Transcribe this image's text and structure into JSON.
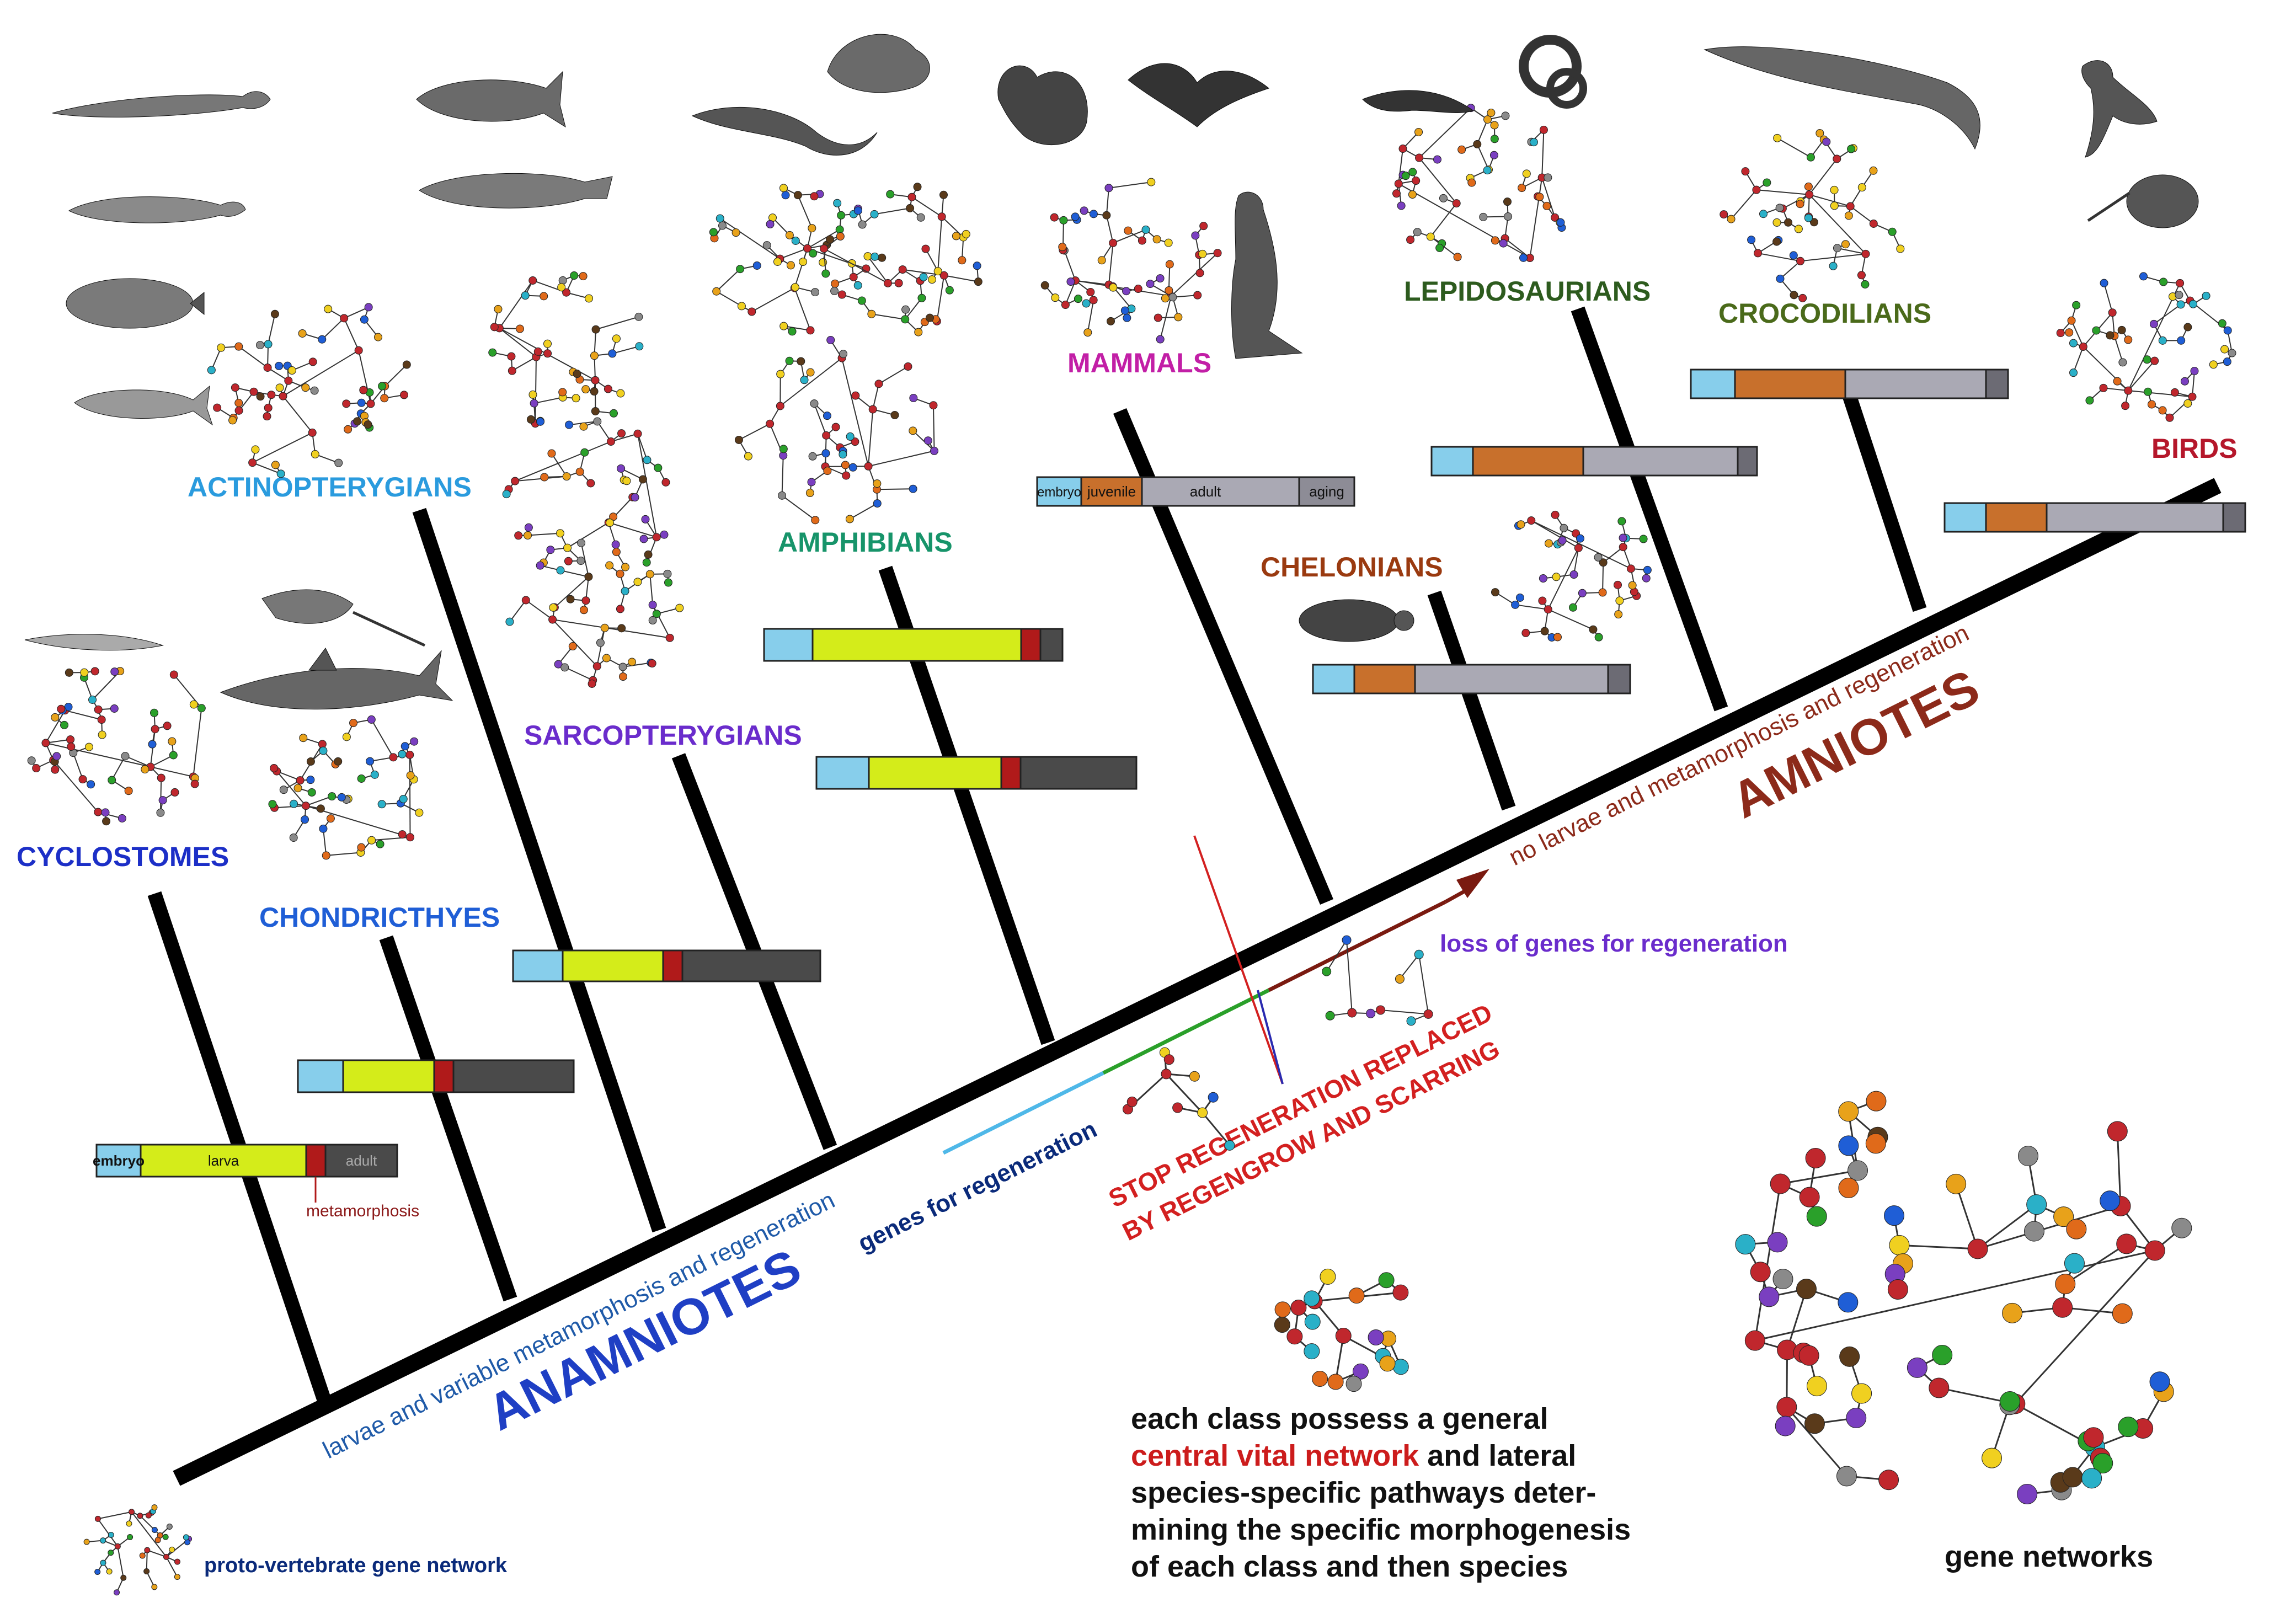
{
  "colors": {
    "cyclo": "#1c2fc7",
    "chondri": "#1f5ed6",
    "actino": "#2a9bde",
    "sarco": "#6a2ccc",
    "amphi": "#17946a",
    "mammal": "#c21fa6",
    "chelon": "#9a3a10",
    "lepido": "#2d5b1e",
    "croco": "#4a6a1a",
    "birds": "#b5172b",
    "anamniotes": "#1f3fc4",
    "amniotes": "#8c2a1a",
    "genes": "#0a2a7a",
    "loss": "#6a2ccc",
    "stop": "#d32020",
    "embryo": "#87ceeb",
    "larva": "#d4ec1a",
    "meta": "#b01a1a",
    "adult_an": "#4a4a4a",
    "juvenile": "#c8702c",
    "adult_am": "#aaa9b4",
    "aging": "#6c6b74",
    "red": "#cc1c1c"
  },
  "groups": {
    "cyclostomes": "CYCLOSTOMES",
    "chondricthyes": "CHONDRICTHYES",
    "actinopterygians": "ACTINOPTERYGIANS",
    "sarcopterygians": "SARCOPTERYGIANS",
    "amphibians": "AMPHIBIANS",
    "mammals": "MAMMALS",
    "chelonians": "CHELONIANS",
    "lepidosaurians": "LEPIDOSAURIANS",
    "crocodilians": "CROCODILIANS",
    "birds": "BIRDS"
  },
  "lifecycle_labels": {
    "embryo": "embryo",
    "larva": "larva",
    "adult": "adult",
    "metamorphosis": "metamorphosis",
    "juvenile": "juvenile",
    "aging": "aging"
  },
  "annotations": {
    "anamniotes": "ANAMNIOTES",
    "anamniotes_sub": "larvae and variable metamorphosis and regeneration",
    "amniotes": "AMNIOTES",
    "amniotes_sub": "no larvae and metamorphosis and regeneration",
    "genes_for_regeneration": "genes for regeneration",
    "loss_of_genes": "loss of genes for regeneration",
    "stop_line1": "STOP REGENERATION REPLACED",
    "stop_line2": "BY REGENGROW AND SCARRING",
    "proto": "proto-vertebrate gene network",
    "gene_networks": "gene networks",
    "caption_line1": "each class possess a general",
    "caption_red": "central vital network",
    "caption_line2_rest": " and lateral",
    "caption_line3": "species-specific pathways deter-",
    "caption_line4": "mining the specific morphogenesis",
    "caption_line5": "of each class and then species"
  },
  "animal_icons": [
    "gar-fish-icon",
    "bichir-fish-icon",
    "flatfish-icon",
    "herring-icon",
    "lamprey-icon",
    "manta-ray-icon",
    "shark-icon",
    "lungfish-icon",
    "coelacanth-icon",
    "frog-icon",
    "salamander-icon",
    "squirrel-icon",
    "bat-icon",
    "kangaroo-icon",
    "lizard-icon",
    "snake-icon",
    "crocodile-icon",
    "turtle-icon",
    "vulture-icon",
    "kiwi-icon"
  ]
}
